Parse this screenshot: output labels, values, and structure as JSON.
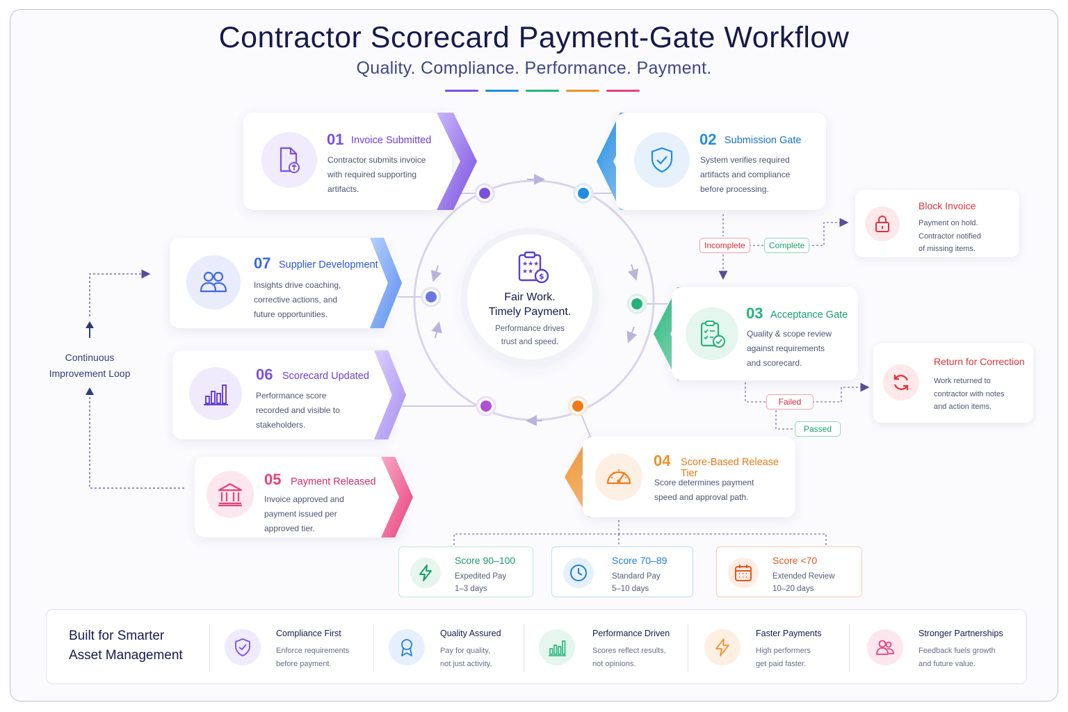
{
  "header": {
    "title": "Contractor Scorecard Payment-Gate Workflow",
    "subtitle": "Quality. Compliance. Performance. Payment.",
    "accent_colors": [
      "#7b4fe0",
      "#1f8de0",
      "#23b47a",
      "#f0902a",
      "#e8407a"
    ]
  },
  "center": {
    "line1": "Fair Work.",
    "line2": "Timely Payment.",
    "line3": "Performance drives",
    "line4": "trust and speed.",
    "icon": "scorecard-payment-icon"
  },
  "steps": [
    {
      "num": "01",
      "title": "Invoice Submitted",
      "lines": [
        "Contractor submits invoice",
        "with required supporting",
        "artifacts."
      ],
      "color": "#7b4fe0",
      "icon": "document-upload-icon"
    },
    {
      "num": "02",
      "title": "Submission Gate",
      "lines": [
        "System verifies required",
        "artifacts and compliance",
        "before processing."
      ],
      "color": "#1f8de0",
      "icon": "shield-check-icon"
    },
    {
      "num": "03",
      "title": "Acceptance Gate",
      "lines": [
        "Quality & scope review",
        "against requirements",
        "and scorecard."
      ],
      "color": "#23b47a",
      "icon": "clipboard-check-icon"
    },
    {
      "num": "04",
      "title": "Score-Based Release Tier",
      "lines": [
        "Score determines payment",
        "speed and approval path."
      ],
      "color": "#f0902a",
      "icon": "gauge-icon"
    },
    {
      "num": "05",
      "title": "Payment Released",
      "lines": [
        "Invoice approved and",
        "payment issued per",
        "approved tier."
      ],
      "color": "#e8407a",
      "icon": "bank-icon"
    },
    {
      "num": "06",
      "title": "Scorecard Updated",
      "lines": [
        "Performance score",
        "recorded and visible to",
        "stakeholders."
      ],
      "color": "#7b4fe0",
      "icon": "bar-chart-icon"
    },
    {
      "num": "07",
      "title": "Supplier Development",
      "lines": [
        "Insights drive coaching,",
        "corrective actions, and",
        "future opportunities."
      ],
      "color": "#3f66e0",
      "icon": "people-icon"
    }
  ],
  "side_outcomes": {
    "block": {
      "title": "Block Invoice",
      "lines": [
        "Payment on hold.",
        "Contractor notified",
        "of missing items."
      ],
      "color": "#e0303c",
      "icon": "lock-icon"
    },
    "return": {
      "title": "Return for Correction",
      "lines": [
        "Work returned to",
        "contractor with notes",
        "and action items."
      ],
      "color": "#e0303c",
      "icon": "refresh-icon"
    }
  },
  "gate_tags": {
    "incomplete": "Incomplete",
    "complete": "Complete",
    "failed": "Failed",
    "passed": "Passed"
  },
  "tiers": [
    {
      "title": "Score 90–100",
      "line1": "Expedited Pay",
      "line2": "1–3 days",
      "color": "#1a9a6e",
      "icon": "lightning-icon"
    },
    {
      "title": "Score 70–89",
      "line1": "Standard Pay",
      "line2": "5–10 days",
      "color": "#1f7fd0",
      "icon": "clock-icon"
    },
    {
      "title": "Score <70",
      "line1": "Extended Review",
      "line2": "10–20 days",
      "color": "#e2561f",
      "icon": "calendar-icon"
    }
  ],
  "loop": {
    "line1": "Continuous",
    "line2": "Improvement Loop"
  },
  "footer": {
    "title_line1": "Built for Smarter",
    "title_line2": "Asset Management",
    "items": [
      {
        "title": "Compliance First",
        "line1": "Enforce requirements",
        "line2": "before payment.",
        "color": "#7b4fe0",
        "icon": "shield-check-icon"
      },
      {
        "title": "Quality Assured",
        "line1": "Pay for quality,",
        "line2": "not just activity.",
        "color": "#1f7fd0",
        "icon": "award-ribbon-icon"
      },
      {
        "title": "Performance Driven",
        "line1": "Scores reflect results,",
        "line2": "not opinions.",
        "color": "#23b47a",
        "icon": "bar-chart-icon"
      },
      {
        "title": "Faster Payments",
        "line1": "High performers",
        "line2": "get paid faster.",
        "color": "#f0902a",
        "icon": "lightning-icon"
      },
      {
        "title": "Stronger Partnerships",
        "line1": "Feedback fuels growth",
        "line2": "and future value.",
        "color": "#e8407a",
        "icon": "people-icon"
      }
    ]
  }
}
